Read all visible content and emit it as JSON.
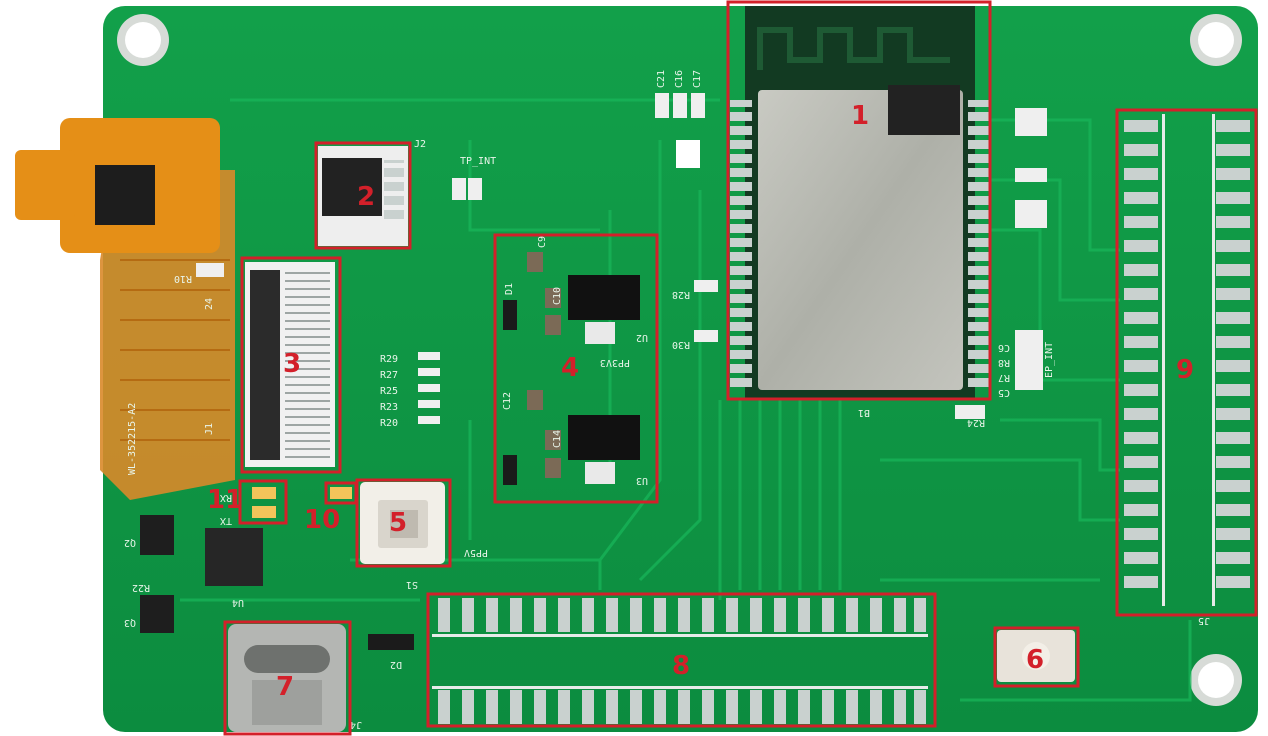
{
  "image": {
    "kind": "photo",
    "subject": "green printed circuit board with numbered red callout boxes",
    "colors": {
      "pcb": "#0f9b46",
      "pcb_dark": "#0b7d37",
      "trace": "#13ad52",
      "pad": "#c9d1cf",
      "callout": "#d3202a",
      "flex": "#e08a1e",
      "module_shield": "#b9bbb4"
    }
  },
  "callouts": [
    {
      "id": "1",
      "label": "1"
    },
    {
      "id": "2",
      "label": "2"
    },
    {
      "id": "3",
      "label": "3"
    },
    {
      "id": "4",
      "label": "4"
    },
    {
      "id": "5",
      "label": "5"
    },
    {
      "id": "6",
      "label": "6"
    },
    {
      "id": "7",
      "label": "7"
    },
    {
      "id": "8",
      "label": "8"
    },
    {
      "id": "9",
      "label": "9"
    },
    {
      "id": "10",
      "label": "10"
    },
    {
      "id": "11",
      "label": "11"
    }
  ],
  "silkscreen": {
    "flex_cable": "WL-352215-A2",
    "flex_pins": "24",
    "j1": "J1",
    "j2": "J2",
    "j4": "J4",
    "j5": "J5",
    "u2": "U2",
    "u3": "U3",
    "u4": "U4",
    "d1": "D1",
    "d2": "D2",
    "s1": "S1",
    "q2": "Q2",
    "q3": "Q3",
    "r22": "R22",
    "r10": "R10",
    "r28": "R28",
    "r30": "R30",
    "r29": "R29",
    "r27": "R27",
    "r25": "R25",
    "r23": "R23",
    "r20": "R20",
    "r24": "R24",
    "pp5v": "PP5V",
    "pp3v3": "PP3V3",
    "tp_int": "TP_INT",
    "ep_int": "EP_INT",
    "c9": "C9",
    "c10": "C10",
    "c12": "C12",
    "c14": "C14",
    "c21": "C21",
    "c16": "C16",
    "c17": "C17",
    "c5": "C5",
    "c6": "C6",
    "r7": "R7",
    "r8": "R8",
    "b1": "B1",
    "rx": "RX",
    "tx": "TX"
  }
}
